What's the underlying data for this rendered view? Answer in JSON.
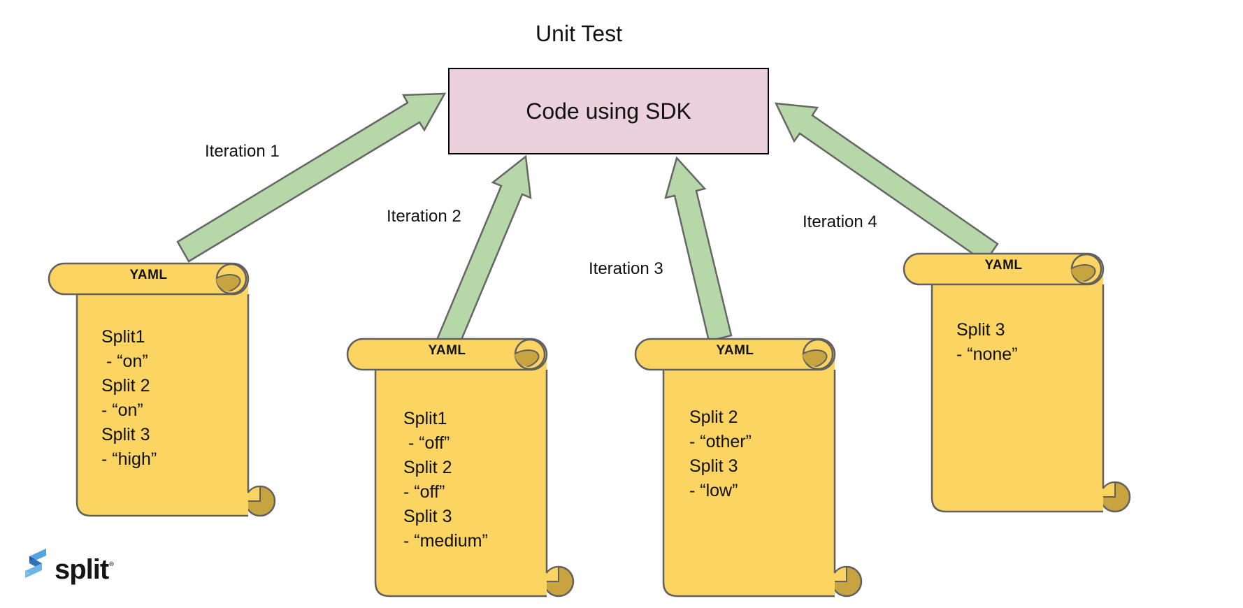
{
  "title": "Unit Test",
  "box": {
    "label": "Code using SDK"
  },
  "arrows": [
    {
      "label": "Iteration 1"
    },
    {
      "label": "Iteration 2"
    },
    {
      "label": "Iteration 3"
    },
    {
      "label": "Iteration 4"
    }
  ],
  "scrolls": [
    {
      "header": "YAML",
      "lines": [
        "Split1",
        " - “on”",
        "Split 2",
        "- “on”",
        "Split 3",
        "- “high”"
      ]
    },
    {
      "header": "YAML",
      "lines": [
        "Split1",
        " - “off”",
        "Split 2",
        "- “off”",
        "Split 3",
        "- “medium”"
      ]
    },
    {
      "header": "YAML",
      "lines": [
        "Split 2",
        "- “other”",
        "Split 3",
        "- “low”"
      ]
    },
    {
      "header": "YAML",
      "lines": [
        "Split 3",
        "- “none”"
      ]
    }
  ],
  "logo": {
    "text": "split",
    "trademark": "®",
    "mark": "split-logo-mark"
  },
  "colors": {
    "scroll_fill": "#fcd462",
    "scroll_curl": "#c7a440",
    "scroll_stroke": "#606060",
    "arrow_fill": "#b6d7a8",
    "arrow_stroke": "#666666",
    "box_fill": "#ead1dc",
    "box_border": "#000000",
    "logo_blue_light": "#55a4e1",
    "logo_blue_dark": "#2f73b9",
    "logo_blue_sky": "#6fb3e8"
  }
}
